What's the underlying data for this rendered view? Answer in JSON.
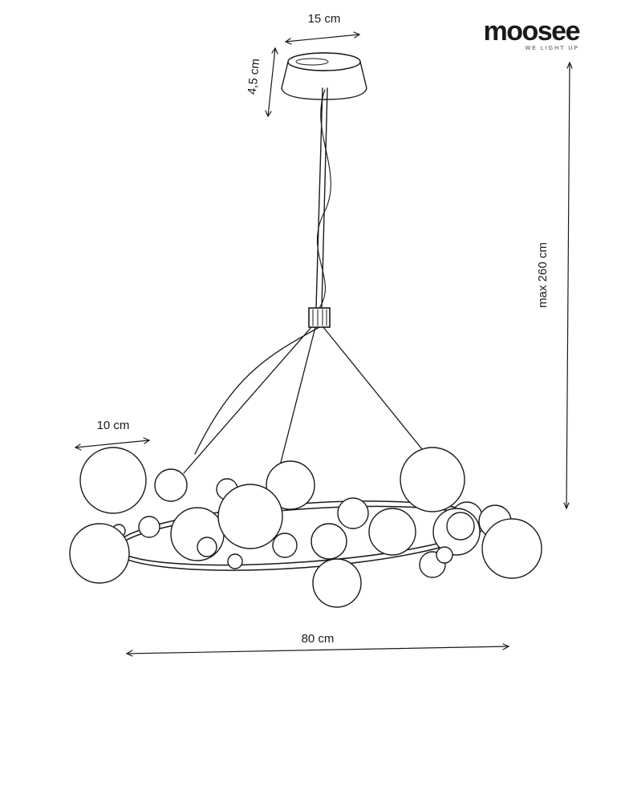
{
  "brand": {
    "name": "moosee",
    "tagline": "WE LIGHT UP"
  },
  "dimensions": {
    "canopy_width": "15 cm",
    "canopy_height": "4,5 cm",
    "max_height": "max 260 cm",
    "ball_diameter": "10 cm",
    "ring_width": "80 cm"
  },
  "colors": {
    "line": "#1a1a1a",
    "background": "#ffffff"
  }
}
